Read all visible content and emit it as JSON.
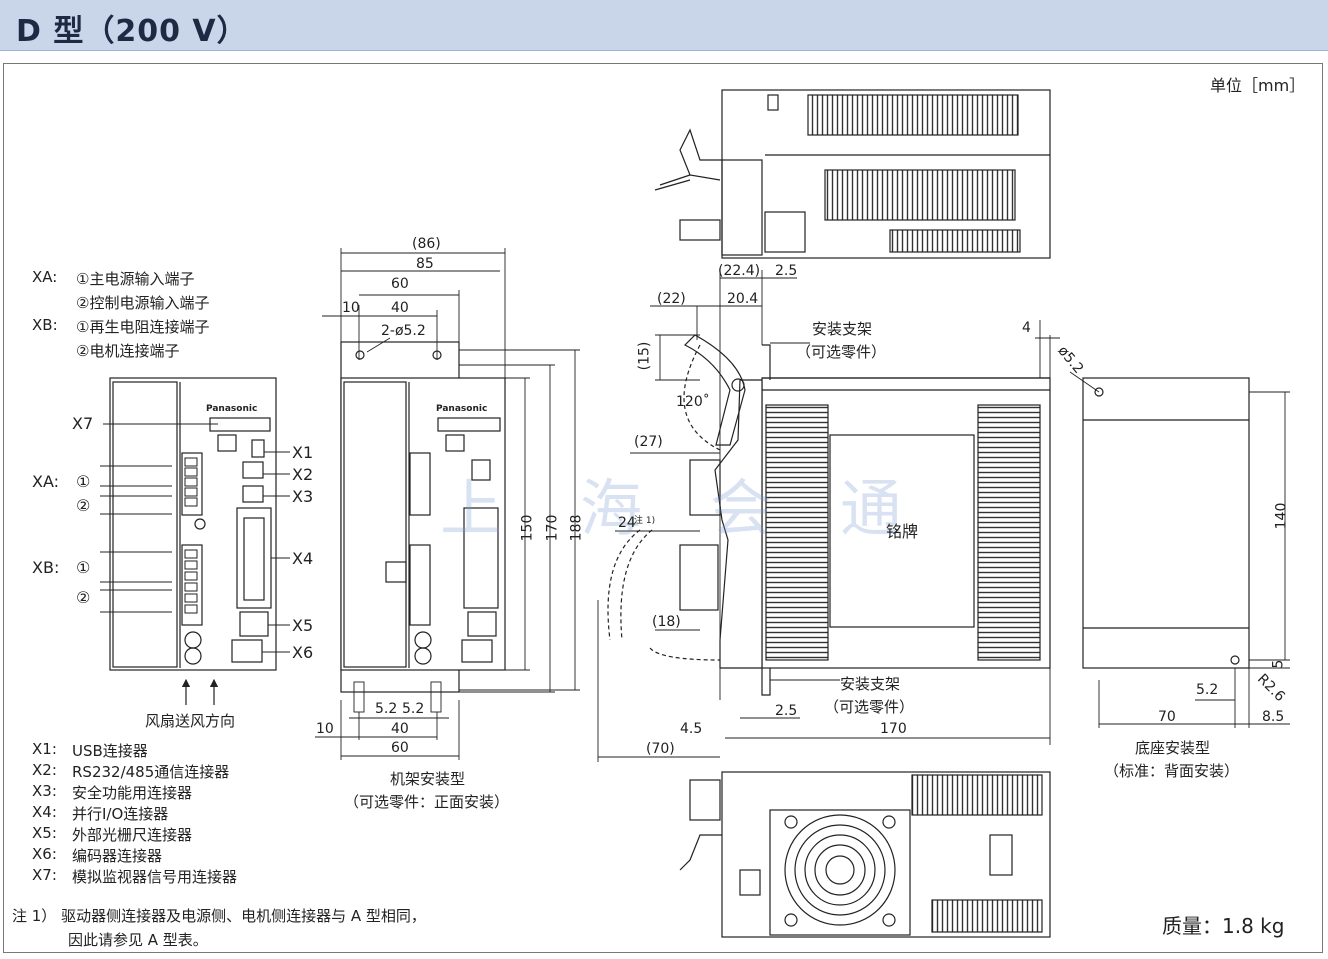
{
  "header": {
    "title": "D 型（200 V）"
  },
  "unit_label": "单位［mm］",
  "left_view": {
    "xa_prefix": "XA:",
    "xa_1": "①主电源输入端子",
    "xa_2": "②控制电源输入端子",
    "xb_prefix": "XB:",
    "xb_1": "①再生电阻连接端子",
    "xb_2": "②电机连接端子",
    "tag_x7": "X7",
    "tag_xa": "XA:",
    "tag_xa_1": "①",
    "tag_xa_2": "②",
    "tag_xb": "XB:",
    "tag_xb_1": "①",
    "tag_xb_2": "②",
    "tag_x1": "X1",
    "tag_x2": "X2",
    "tag_x3": "X3",
    "tag_x4": "X4",
    "tag_x5": "X5",
    "tag_x6": "X6",
    "brand": "Panasonic",
    "fan_label": "风扇送风方向"
  },
  "connectors": [
    {
      "code": "X1:",
      "desc": "USB连接器"
    },
    {
      "code": "X2:",
      "desc": "RS232/485通信连接器"
    },
    {
      "code": "X3:",
      "desc": "安全功能用连接器"
    },
    {
      "code": "X4:",
      "desc": "并行I/O连接器"
    },
    {
      "code": "X5:",
      "desc": "外部光栅尺连接器"
    },
    {
      "code": "X6:",
      "desc": "编码器连接器"
    },
    {
      "code": "X7:",
      "desc": "模拟监视器信号用连接器"
    }
  ],
  "note": {
    "line1": "注 1）  驱动器侧连接器及电源侧、电机侧连接器与 A 型相同，",
    "line2": "因此请参见 A 型表。"
  },
  "rack_view": {
    "d86": "(86)",
    "d85": "85",
    "d60": "60",
    "d10": "10",
    "d40": "40",
    "hole": "2-ø5.2",
    "d150": "150",
    "d170": "170",
    "d188": "188",
    "b52a": "5.2",
    "b52b": "5.2",
    "b10": "10",
    "b40": "40",
    "b60": "60",
    "caption1": "机架安装型",
    "caption2": "（可选零件：正面安装）"
  },
  "side_view": {
    "d224": "(22.4)",
    "d25a": "2.5",
    "d22": "(22)",
    "d204": "20.4",
    "d15": "(15)",
    "d120": "120˚",
    "d27": "(27)",
    "d24": "24",
    "note1": "注 1)",
    "d18": "(18)",
    "bracket1a": "安装支架",
    "bracket1b": "（可选零件）",
    "bracket2a": "安装支架",
    "bracket2b": "（可选零件）",
    "d4": "4",
    "d25b": "2.5",
    "d45": "4.5",
    "d70": "(70)",
    "d170": "170",
    "nameplate": "铭牌"
  },
  "base_view": {
    "d52": "ø5.2",
    "d140": "140",
    "d5": "5",
    "d52b": "5.2",
    "r26": "R2.6",
    "d70": "70",
    "d85": "8.5",
    "caption1": "底座安装型",
    "caption2": "（标准：背面安装）"
  },
  "watermark": [
    "上",
    "海",
    "会",
    "通"
  ],
  "weight": "质量：1.8 kg"
}
